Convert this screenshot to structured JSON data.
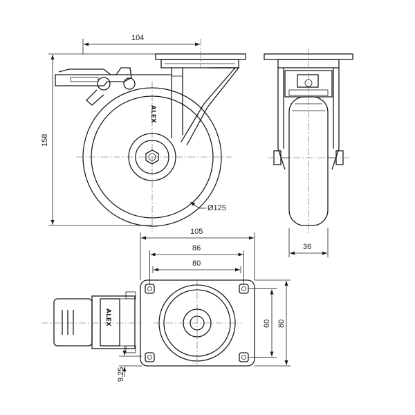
{
  "dimensions": {
    "width_top": "104",
    "height_total": "158",
    "wheel_diameter": "Ø125",
    "wheel_width": "36",
    "plate_length": "105",
    "hole_spacing_long": "86",
    "hole_spacing_short": "80",
    "plate_width": "80",
    "hole_spacing_width": "60",
    "offset": "9.25"
  },
  "logo_text": "ALEX"
}
